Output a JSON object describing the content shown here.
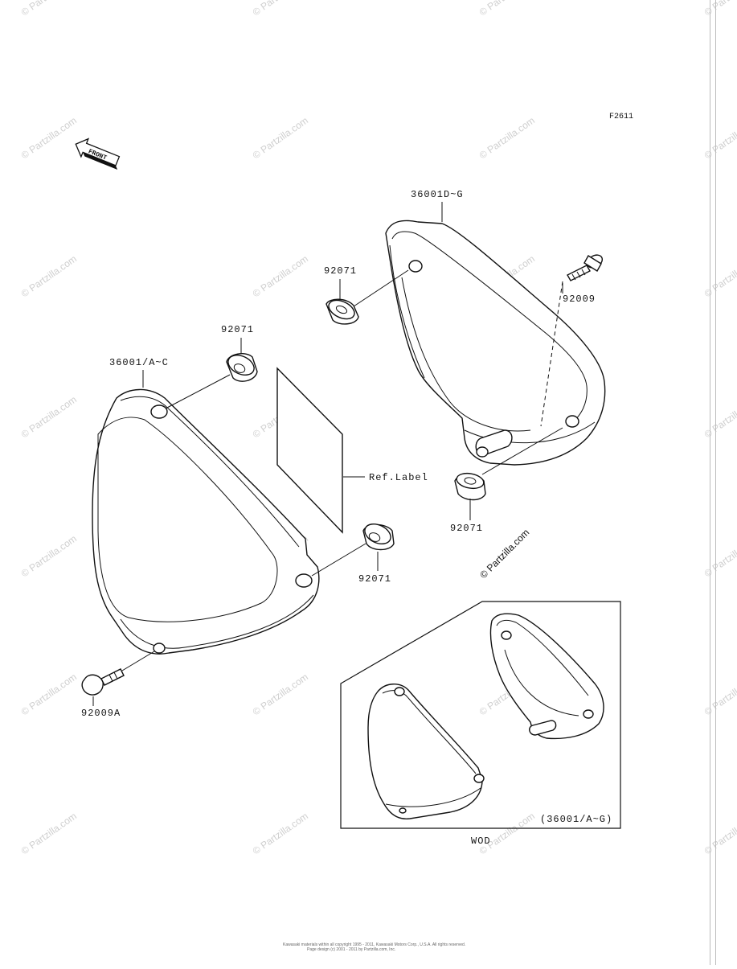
{
  "figure_code": "F2611",
  "front_arrow": {
    "label": "FRONT",
    "icon": "front-arrow-icon"
  },
  "watermark": "© Partzilla.com",
  "parts": {
    "cover_left": "36001/A~C",
    "cover_right": "36001D~G",
    "grommet_top_left": "92071",
    "grommet_top_right": "92071",
    "grommet_bottom_left": "92071",
    "grommet_bottom_right": "92071",
    "bolt_right": "92009",
    "bolt_left": "92009A",
    "ref_label": "Ref.Label"
  },
  "inset": {
    "caption": "(36001/A~G)",
    "note": "WOD"
  },
  "footer": {
    "line1": "Kawasaki materials within all copyright 1995 - 2011, Kawasaki Motors Corp., U.S.A. All rights reserved.",
    "line2": "Page design (c) 2001 - 2011 by Partzilla.com, Inc."
  }
}
